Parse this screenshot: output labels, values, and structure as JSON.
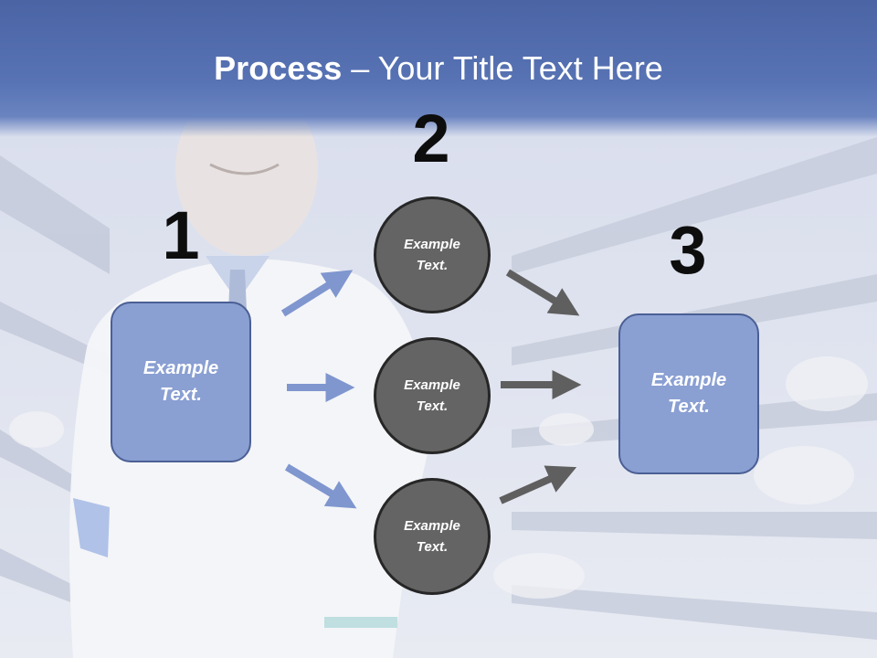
{
  "title": {
    "bold": "Process",
    "rest": " – Your Title Text Here"
  },
  "steps": {
    "one": "1",
    "two": "2",
    "three": "3"
  },
  "left_box": {
    "line1": "Example",
    "line2": "Text."
  },
  "right_box": {
    "line1": "Example",
    "line2": "Text."
  },
  "circles": [
    {
      "line1": "Example",
      "line2": "Text."
    },
    {
      "line1": "Example",
      "line2": "Text."
    },
    {
      "line1": "Example",
      "line2": "Text."
    }
  ],
  "colors": {
    "box_fill": "#8a9fd2",
    "circle_fill": "#646464",
    "blue_arrow": "#7f96cf",
    "gray_arrow": "#5f5f5f",
    "title_bar": "#5873b4"
  }
}
